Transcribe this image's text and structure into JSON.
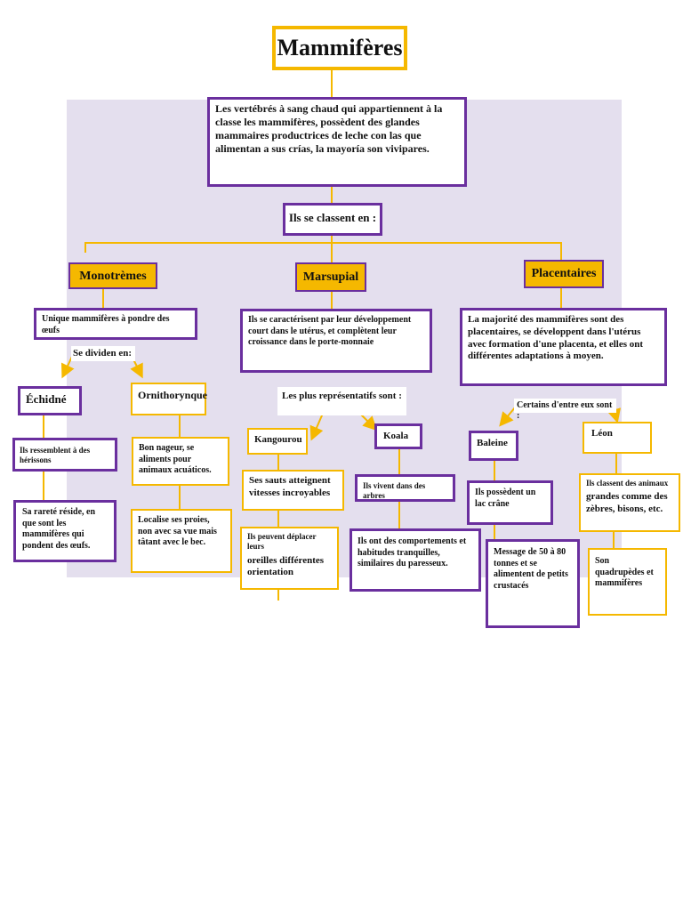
{
  "title": "Mammifères",
  "definition": "Les vertébrés à sang chaud qui appartiennent à la classe les mammifères, possèdent des glandes mammaires productrices de leche con las que alimentan a sus crías, la mayoría son vivipares.",
  "classify_label": "Ils se classent en :",
  "branches": {
    "monotremes": {
      "title": "Monotrèmes",
      "desc": "Unique mammifères à pondre des œufs",
      "sub_label": "Se dividen en:",
      "echidne": {
        "title": "Échidné",
        "fact1": "Ils ressemblent à des hérissons",
        "fact2": "Sa rareté réside, en que sont les mammifères qui pondent des œufs."
      },
      "ornithorynque": {
        "title": "Ornithorynque",
        "fact1": "Bon nageur, se aliments pour animaux acuáticos.",
        "fact2": "Localise ses proies, non avec sa vue mais tâtant avec le bec."
      }
    },
    "marsupial": {
      "title": "Marsupial",
      "desc": "Ils se caractérisent par leur développement court dans le utérus, et complètent leur croissance dans le porte-monnaie",
      "sub_label": "Les plus représentatifs sont :",
      "kangourou": {
        "title": "Kangourou",
        "fact1": "Ses sauts atteignent vitesses incroyables",
        "fact2_small": "Ils peuvent déplacer leurs",
        "fact2_main": "oreilles différentes orientation"
      },
      "koala": {
        "title": "Koala",
        "fact1": "Ils vivent dans des arbres",
        "fact2": "Ils ont des comportements et habitudes tranquilles, similaires du paresseux."
      }
    },
    "placentaires": {
      "title": "Placentaires",
      "desc": "La majorité des mammifères sont des placentaires, se développent dans l'utérus avec formation d'une placenta, et elles ont différentes adaptations à moyen.",
      "sub_label": "Certains d'entre eux sont :",
      "baleine": {
        "title": "Baleine",
        "fact1": "Ils possèdent un lac crâne",
        "fact2": "Message de 50 à 80 tonnes et se alimentent de petits crustacés"
      },
      "leon": {
        "title": "Léon",
        "fact1_small": "Ils classent des animaux",
        "fact1_main": "grandes comme des zèbres, bisons, etc.",
        "fact2": "Son quadrupèdes et mammifères"
      }
    }
  },
  "colors": {
    "purple": "#6a2f9e",
    "gold": "#f5b800",
    "lavender": "#e4dfee"
  }
}
